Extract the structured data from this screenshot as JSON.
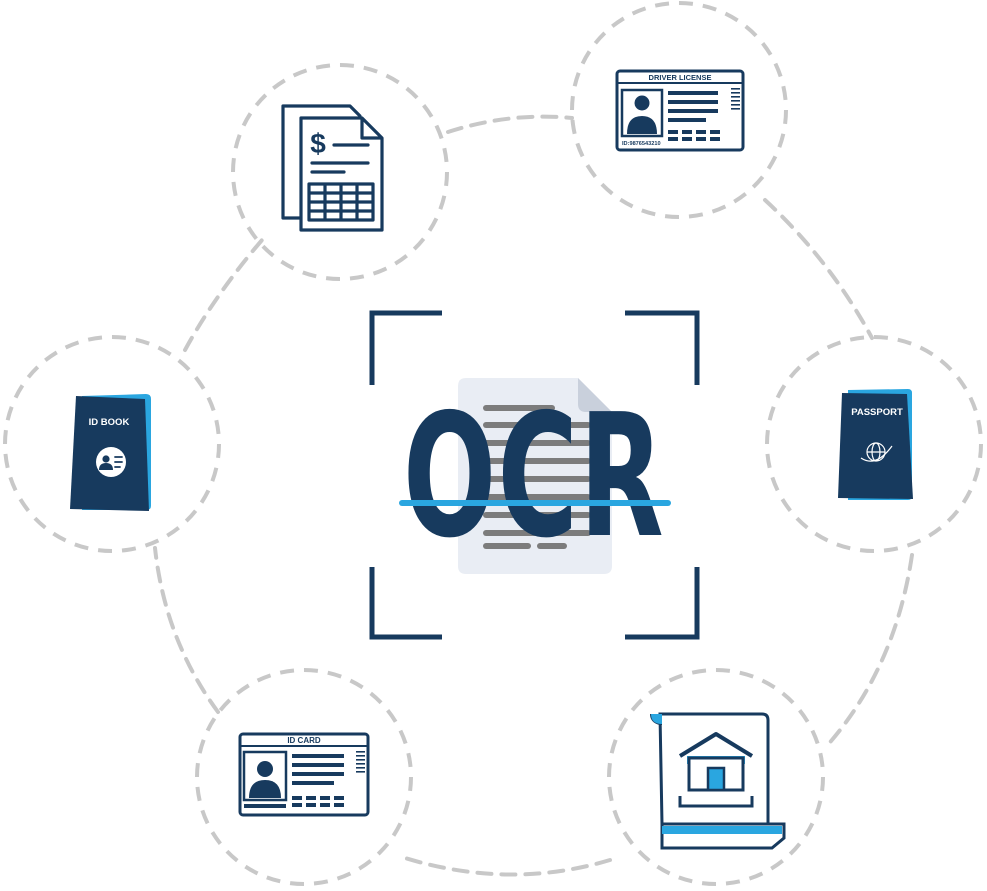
{
  "center": {
    "title": "OCR",
    "accent": "#2aa6e0",
    "navy": "#173a5e"
  },
  "documents": {
    "invoice": {
      "icon": "invoice-icon",
      "symbol": "$"
    },
    "driver_license": {
      "icon": "driver-license-icon",
      "label": "DRIVER LICENSE",
      "id_text": "ID:9876543210"
    },
    "id_book": {
      "icon": "id-book-icon",
      "label": "ID BOOK"
    },
    "passport": {
      "icon": "passport-icon",
      "label": "PASSPORT"
    },
    "id_card": {
      "icon": "id-card-icon",
      "label": "ID CARD"
    },
    "property_deed": {
      "icon": "property-deed-icon"
    }
  },
  "colors": {
    "navy": "#173a5e",
    "blue": "#2aa6e0",
    "dash": "#c8c8c8",
    "paper": "#e9edf4",
    "lines": "#7c7c7c"
  }
}
